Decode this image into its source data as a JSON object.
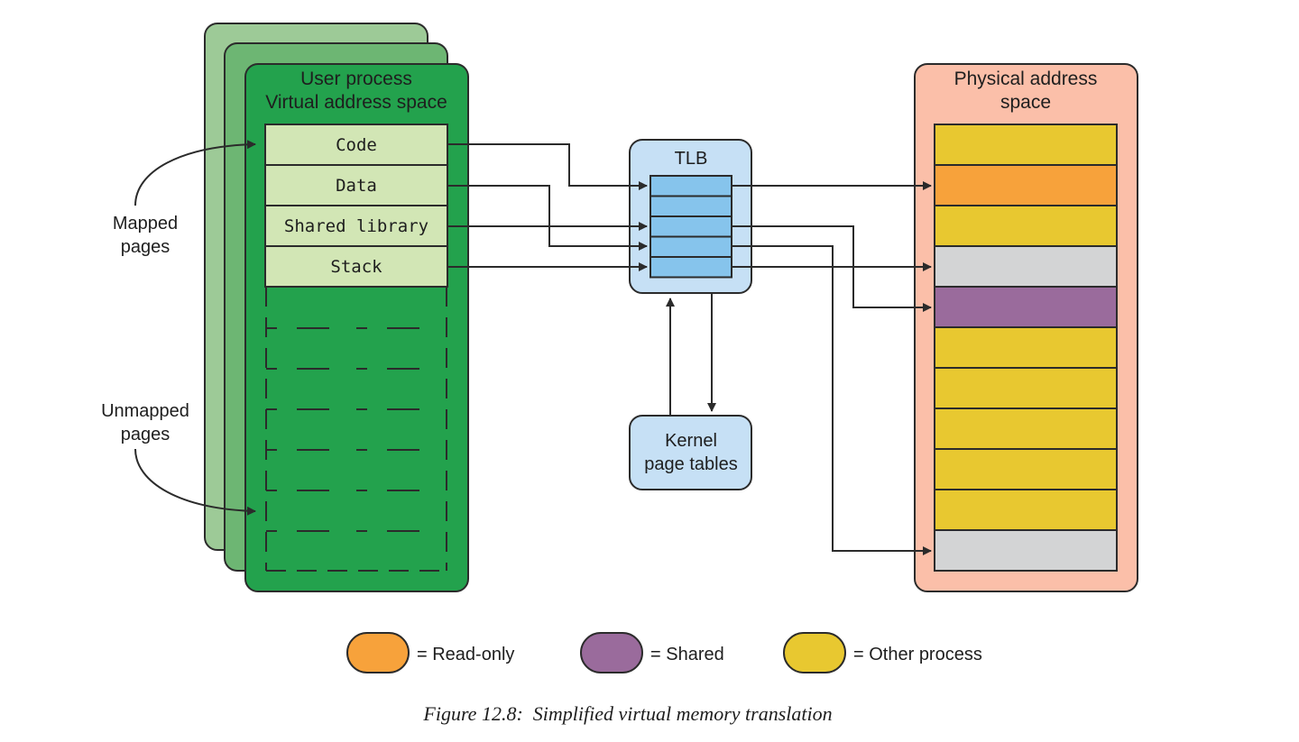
{
  "virtual": {
    "title_line1": "User process",
    "title_line2": "Virtual address space",
    "pages": [
      "Code",
      "Data",
      "Shared library",
      "Stack"
    ]
  },
  "tlb": {
    "label": "TLB"
  },
  "kernel": {
    "line1": "Kernel",
    "line2": "page tables"
  },
  "physical": {
    "title_line1": "Physical address",
    "title_line2": "space"
  },
  "annotations": {
    "mapped_line1": "Mapped",
    "mapped_line2": "pages",
    "unmapped_line1": "Unmapped",
    "unmapped_line2": "pages"
  },
  "legend": {
    "read_only": "= Read-only",
    "shared": "= Shared",
    "other": "= Other process"
  },
  "caption": "Figure 12.8:  Simplified virtual memory translation",
  "colors": {
    "green_dark": "#23a24d",
    "green_mid": "#6db673",
    "green_light": "#9dca97",
    "page_fill": "#d2e6b5",
    "tlb_box": "#c6e0f5",
    "tlb_row": "#86c4ec",
    "physical_box": "#fbbfa9",
    "read_only": "#f7a23b",
    "shared": "#9a6b9c",
    "other_process": "#e8c830",
    "free": "#d3d4d5"
  }
}
